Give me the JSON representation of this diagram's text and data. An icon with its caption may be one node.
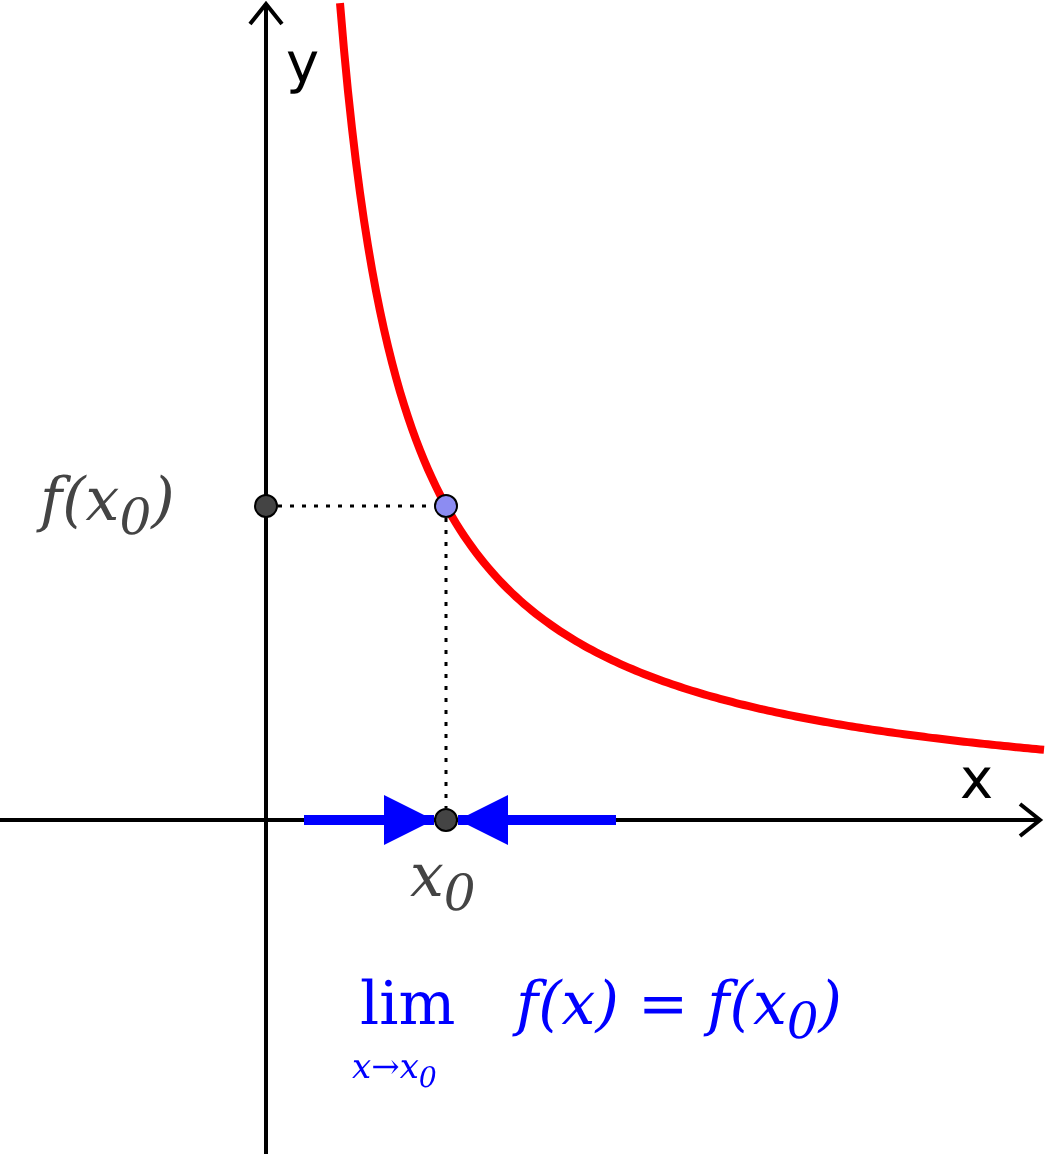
{
  "diagram": {
    "nodes": [
      {
        "text": [],
        "shape": "circle",
        "beside": [
          "f(x$_{0}$)"
        ]
      },
      {
        "text": [],
        "shape": "circle"
      },
      {
        "text": [],
        "shape": "circle",
        "beside": [
          "x$_{0}$"
        ]
      }
    ],
    "edges": [
      {
        "from": 0,
        "to": 1,
        "arrow": "none",
        "style": "dashed"
      },
      {
        "from": 1,
        "to": 2,
        "arrow": "none",
        "style": "dashed"
      },
      {
        "from": null,
        "to": 2,
        "arrow": "to",
        "style": "thick",
        "color": "#0000ff"
      },
      {
        "from": null,
        "to": 2,
        "arrow": "to",
        "style": "thick",
        "color": "#0000ff"
      }
    ],
    "labels": [
      "y",
      "x",
      "lim",
      "x→x$_{0}$",
      "f(x) = f(x$_{0}$)"
    ]
  }
}
